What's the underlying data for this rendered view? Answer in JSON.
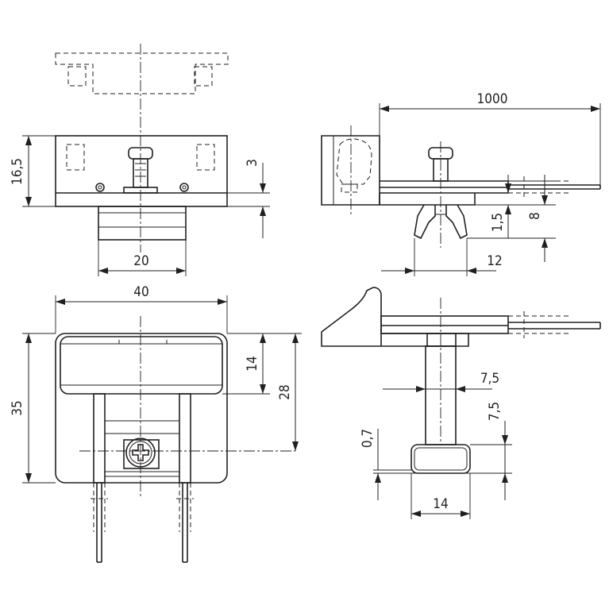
{
  "dimensions": {
    "top_view_height": "16,5",
    "top_view_plate": "3",
    "top_view_width": "20",
    "side_length": "1000",
    "side_height": "8",
    "side_plate": "1,5",
    "side_foot": "12",
    "front_width": "40",
    "front_height": "35",
    "front_cover": "14",
    "front_overall": "28",
    "section_stem": "7,5",
    "section_rail_h": "7,5",
    "section_rail_wall": "0,7",
    "section_rail_w": "14"
  },
  "colors": {
    "line": "#231f20",
    "background": "#ffffff"
  }
}
